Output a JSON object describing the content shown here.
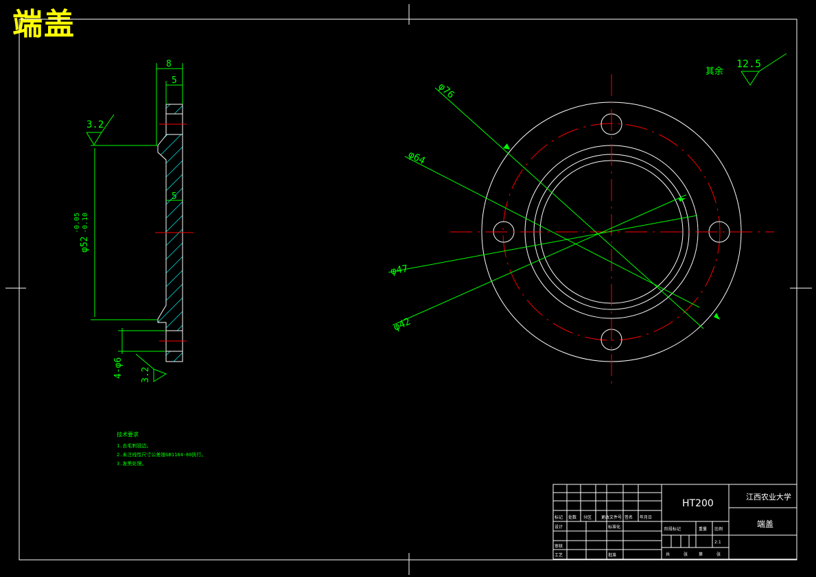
{
  "drawing": {
    "title": "端盖",
    "material": "HT200",
    "school": "江西农业大学",
    "part_name": "端盖",
    "scale": "2:1",
    "other_roughness_label": "其余",
    "other_roughness_value": "12.5"
  },
  "dimensions": {
    "width_total": "8",
    "width_flange": "5",
    "width_wall": "5",
    "roughness_top": "3.2",
    "roughness_bottom": "3.2",
    "bore": "φ52",
    "bore_tol_upper": "-0.05",
    "bore_tol_lower": "-0.10",
    "holes": "4-φ6",
    "dia_76": "φ76",
    "dia_64": "φ64",
    "dia_47": "φ47",
    "dia_42": "φ42"
  },
  "notes": {
    "heading": "技术要求",
    "items": [
      "1.去毛刺锐边。",
      "2.未注线性尺寸公差按GB1184-80执行。",
      "3.发黑处理。"
    ]
  },
  "title_block": {
    "row_labels": [
      "标记",
      "处数",
      "分区",
      "更改文件号",
      "签名",
      "年月日"
    ],
    "design": "设计",
    "standard": "标准化",
    "review": "审核",
    "process": "工艺",
    "approve": "批准",
    "stage": "阶段标记",
    "weight": "重量",
    "scale_label": "比例",
    "sheet_total": "共",
    "sheet": "张",
    "sheet_no": "第"
  }
}
